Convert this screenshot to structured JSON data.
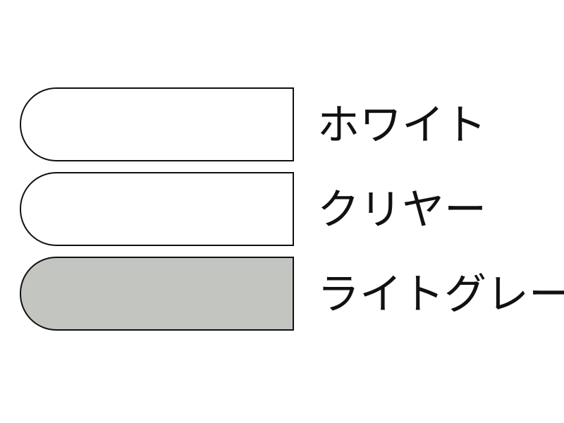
{
  "items": [
    {
      "label": "ホワイト",
      "color": "#ffffff"
    },
    {
      "label": "クリヤー",
      "color": "#ffffff"
    },
    {
      "label": "ライトグレー",
      "color": "#c3c5c1"
    }
  ]
}
